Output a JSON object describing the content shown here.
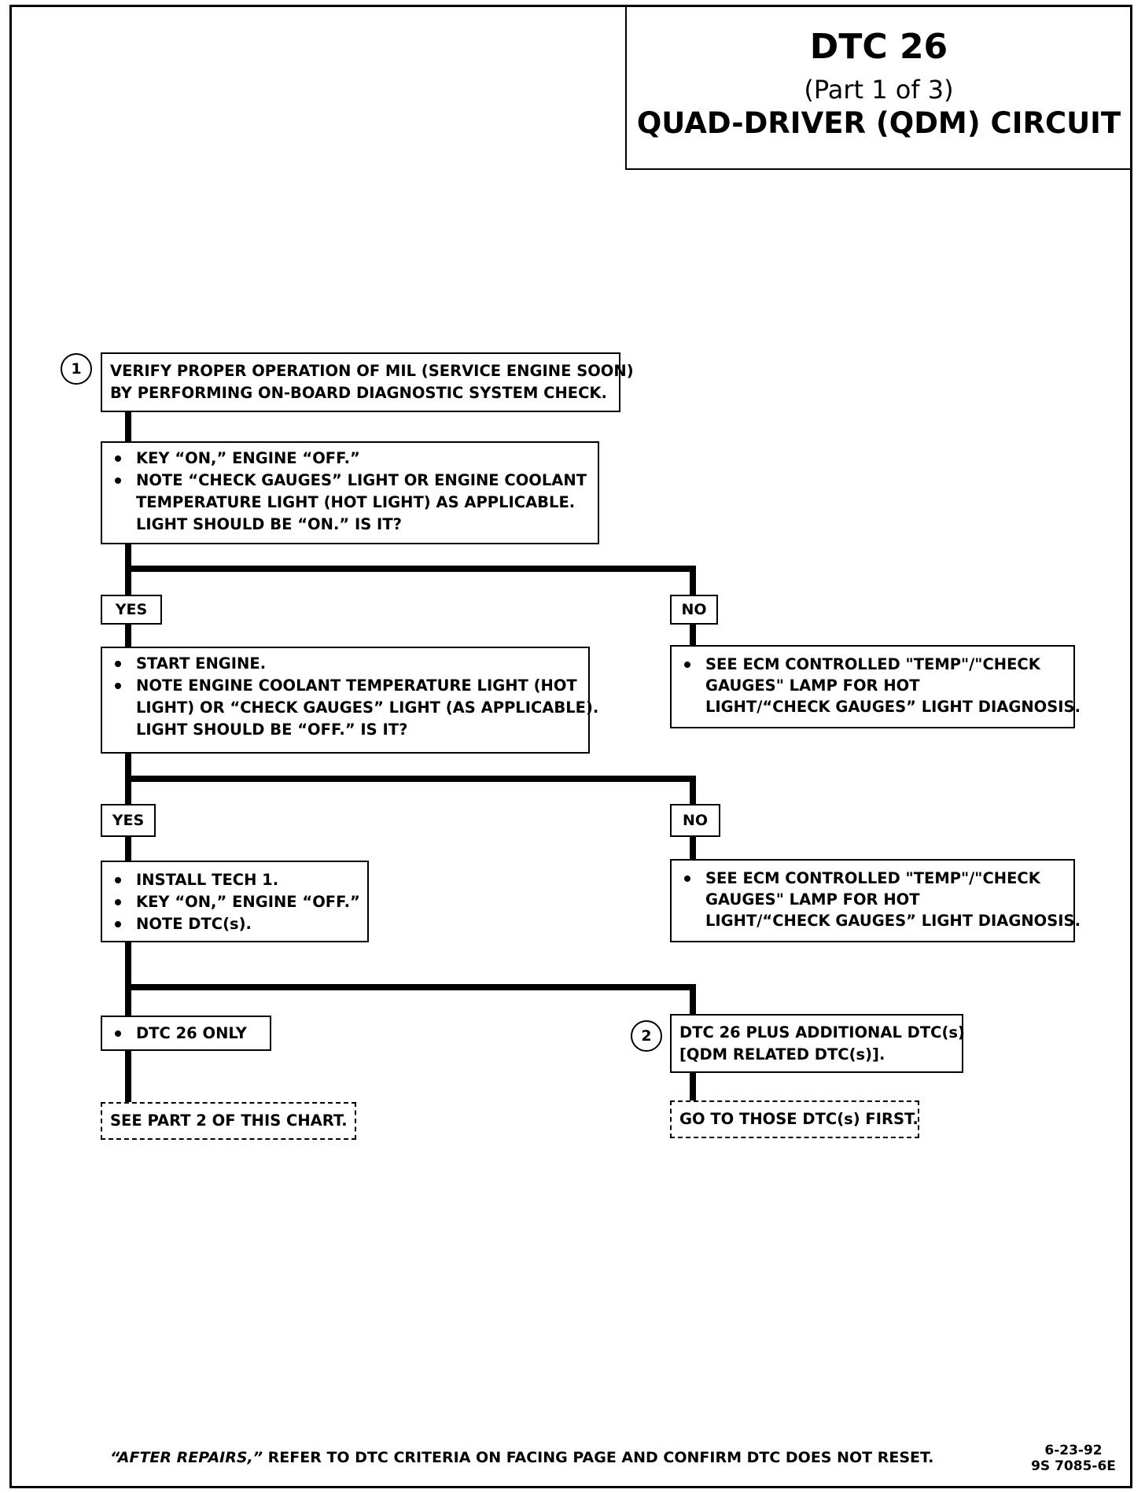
{
  "title": {
    "code": "DTC 26",
    "part": "(Part 1 of 3)",
    "name": "QUAD-DRIVER (QDM) CIRCUIT"
  },
  "steps": {
    "step1": {
      "number": "1",
      "lines": [
        "VERIFY PROPER OPERATION OF MIL (SERVICE ENGINE SOON)",
        "BY PERFORMING ON-BOARD DIAGNOSTIC SYSTEM CHECK."
      ]
    },
    "step2": {
      "bullet1": "KEY “ON,” ENGINE “OFF.”",
      "bullet2": "NOTE “CHECK GAUGES” LIGHT OR  ENGINE COOLANT",
      "line3": "TEMPERATURE LIGHT (HOT LIGHT) AS APPLICABLE.",
      "line4": "LIGHT SHOULD BE “ON.”  IS IT?"
    },
    "yes1": "YES",
    "no1": "NO",
    "step3": {
      "bullet1": "START ENGINE.",
      "bullet2": "NOTE ENGINE COOLANT TEMPERATURE LIGHT (HOT",
      "line3": "LIGHT) OR “CHECK GAUGES” LIGHT (AS APPLICABLE).",
      "line4": "LIGHT SHOULD BE “OFF.”  IS IT?"
    },
    "no1_action": {
      "bullet1": "SEE ECM CONTROLLED \"TEMP\"/\"CHECK",
      "line2": "GAUGES\" LAMP FOR HOT",
      "line3": "LIGHT/“CHECK GAUGES” LIGHT DIAGNOSIS."
    },
    "yes2": "YES",
    "no2": "NO",
    "step4": {
      "bullet1": "INSTALL TECH 1.",
      "bullet2": "KEY “ON,” ENGINE “OFF.”",
      "bullet3": "NOTE DTC(s)."
    },
    "no2_action": {
      "bullet1": "SEE ECM CONTROLLED \"TEMP\"/\"CHECK",
      "line2": "GAUGES\" LAMP FOR HOT",
      "line3": "LIGHT/“CHECK GAUGES” LIGHT DIAGNOSIS."
    },
    "dtc26_only": "DTC 26 ONLY",
    "dtc26_plus": {
      "number": "2",
      "line1": "DTC 26 PLUS ADDITIONAL DTC(s)",
      "line2": "[QDM RELATED DTC(s)]."
    },
    "see_part2": "SEE PART 2 OF THIS CHART.",
    "go_to_dtcs": "GO TO THOSE DTC(s) FIRST."
  },
  "footer": {
    "after_repairs": "“AFTER REPAIRS,”",
    "note": "REFER TO DTC CRITERIA ON FACING PAGE AND CONFIRM DTC DOES NOT RESET.",
    "date": "6-23-92",
    "doc_number": "9S 7085-6E"
  }
}
